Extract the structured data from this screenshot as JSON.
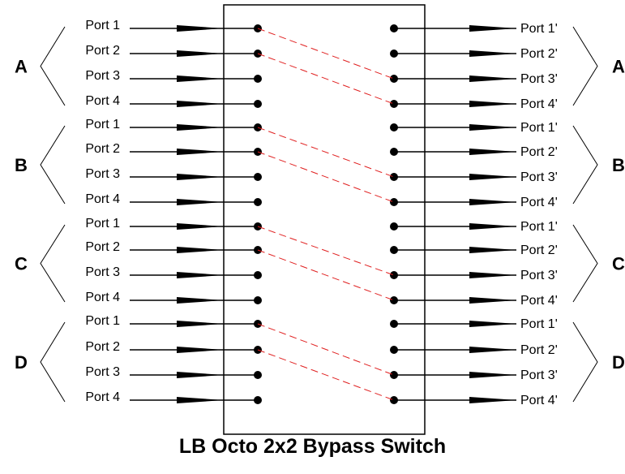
{
  "title": "LB Octo 2x2 Bypass Switch",
  "colors": {
    "line": "#000000",
    "bypass": "#e02020",
    "background": "#ffffff"
  },
  "groups": [
    {
      "label": "A",
      "in_ports": [
        "Port 1",
        "Port 2",
        "Port 3",
        "Port 4"
      ],
      "out_ports": [
        "Port 1'",
        "Port 2'",
        "Port 3'",
        "Port 4'"
      ]
    },
    {
      "label": "B",
      "in_ports": [
        "Port 1",
        "Port 2",
        "Port 3",
        "Port 4"
      ],
      "out_ports": [
        "Port 1'",
        "Port 2'",
        "Port 3'",
        "Port 4'"
      ]
    },
    {
      "label": "C",
      "in_ports": [
        "Port 1",
        "Port 2",
        "Port 3",
        "Port 4"
      ],
      "out_ports": [
        "Port 1'",
        "Port 2'",
        "Port 3'",
        "Port 4'"
      ]
    },
    {
      "label": "D",
      "in_ports": [
        "Port 1",
        "Port 2",
        "Port 3",
        "Port 4"
      ],
      "out_ports": [
        "Port 1'",
        "Port 2'",
        "Port 3'",
        "Port 4'"
      ]
    }
  ],
  "bypass_connections": [
    {
      "from_port": 1,
      "to_port": 3
    },
    {
      "from_port": 2,
      "to_port": 4
    }
  ]
}
